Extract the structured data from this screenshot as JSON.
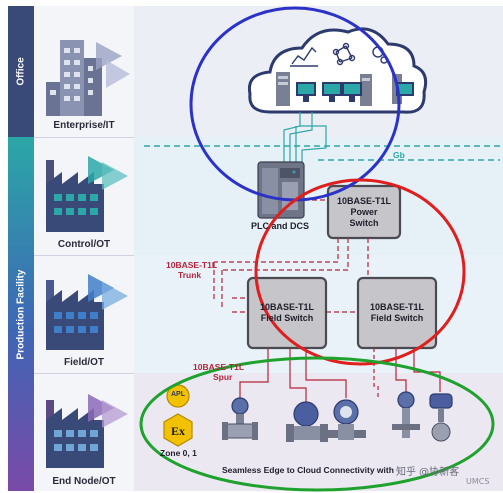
{
  "tiers": {
    "office": {
      "side_label": "Office",
      "name": "Enterprise/IT"
    },
    "control": {
      "name": "Control/OT"
    },
    "field": {
      "name": "Field/OT"
    },
    "endnode": {
      "name": "End Node/OT"
    },
    "production": {
      "side_label": "Production Facility"
    }
  },
  "nodes": {
    "plc": "PLC and DCS",
    "power_switch": [
      "10BASE-T1L",
      "Power",
      "Switch"
    ],
    "field_switch_left": [
      "10BASE-T1L",
      "Field Switch"
    ],
    "field_switch_right": [
      "10BASE-T1L",
      "Field Switch"
    ]
  },
  "links": {
    "gb": "Gb",
    "trunk": [
      "10BASE-T1L",
      "Trunk"
    ],
    "spur": [
      "10BASE-T1L",
      "Spur"
    ]
  },
  "badges": {
    "zone": "Zone 0, 1",
    "ex": "Ex",
    "apl": "APL"
  },
  "caption": "Seamless Edge to Cloud Connectivity with",
  "watermark": "知乎 @协新客",
  "watermark2": "UMCS",
  "colors": {
    "navy": "#2d3a6e",
    "teal": "#2ba7a7",
    "red_link": "#b3263a",
    "blue_circle": "#2b32c8",
    "red_circle": "#e01e1e",
    "green_circle": "#1fa12e"
  }
}
